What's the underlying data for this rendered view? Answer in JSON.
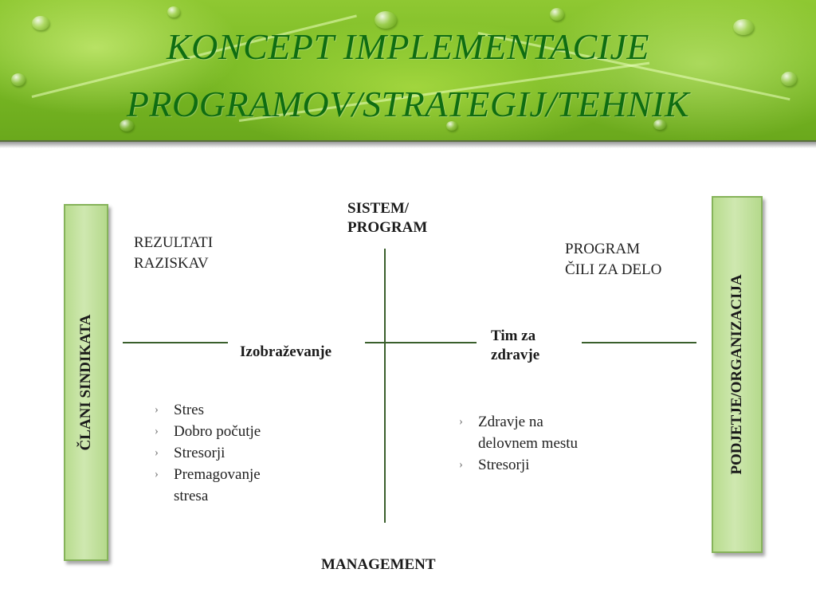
{
  "title": {
    "line1": "KONCEPT  IMPLEMENTACIJE",
    "line2": "PROGRAMOV/STRATEGIJ/TEHNIK"
  },
  "left_box": {
    "label": "ČLANI SINDIKATA"
  },
  "right_box": {
    "label": "PODJETJE/ORGANIZACIJA"
  },
  "axis": {
    "top_line1": "SISTEM/",
    "top_line2": "PROGRAM",
    "bottom": "MANAGEMENT",
    "left": "Izobraževanje",
    "right_line1": "Tim za",
    "right_line2": "zdravje"
  },
  "quadrants": {
    "top_left_line1": "REZULTATI",
    "top_left_line2": "RAZISKAV",
    "top_right_line1": "PROGRAM",
    "top_right_line2": "ČILI ZA DELO",
    "bottom_left": [
      "Stres",
      "Dobro počutje",
      "Stresorji",
      "Premagovanje",
      "stresa"
    ],
    "bottom_right": [
      "Zdravje na",
      "delovnem mestu",
      "Stresorji"
    ]
  },
  "colors": {
    "title": "#0f6d12",
    "banner": "#7bbb25",
    "side_box": "#c4e2a0",
    "lines": "#3a5f2c"
  }
}
